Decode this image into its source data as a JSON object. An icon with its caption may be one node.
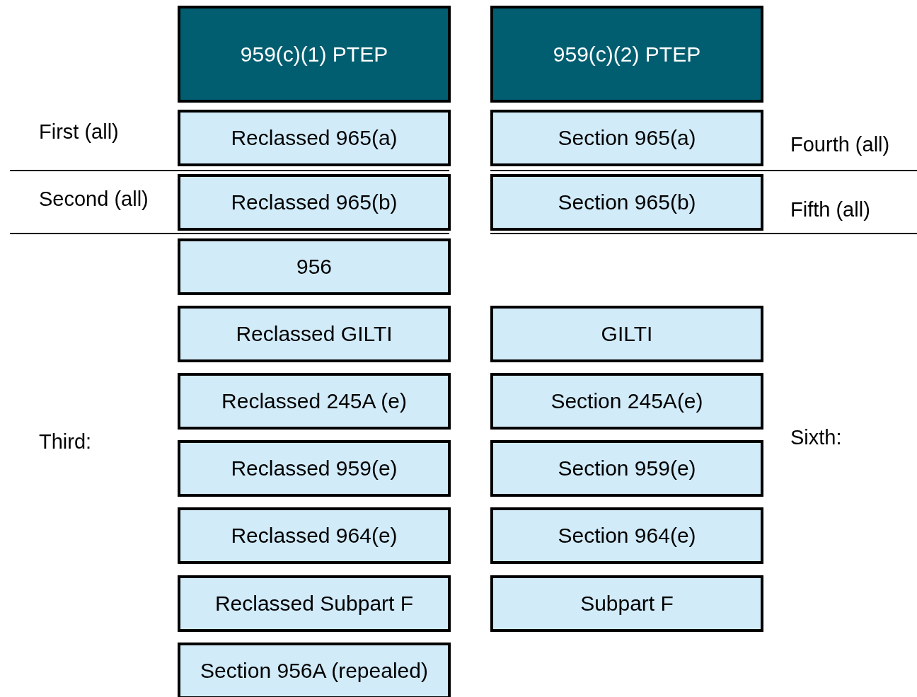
{
  "diagram": {
    "nodes": [
      {
        "text": [
          "959(c)(1) PTEP"
        ]
      },
      {
        "text": [
          "959(c)(2) PTEP"
        ]
      },
      {
        "text": [
          "Reclassed 965(a)"
        ]
      },
      {
        "text": [
          "Section 965(a)"
        ]
      },
      {
        "text": [
          "Reclassed 965(b)"
        ]
      },
      {
        "text": [
          "Section 965(b)"
        ]
      },
      {
        "text": [
          "956"
        ]
      },
      {
        "text": [
          "Reclassed GILTI"
        ]
      },
      {
        "text": [
          "GILTI"
        ]
      },
      {
        "text": [
          "Reclassed 245A (e)"
        ]
      },
      {
        "text": [
          "Section 245A(e)"
        ]
      },
      {
        "text": [
          "Reclassed 959(e)"
        ]
      },
      {
        "text": [
          "Section 959(e)"
        ]
      },
      {
        "text": [
          "Reclassed 964(e)"
        ]
      },
      {
        "text": [
          "Section 964(e)"
        ]
      },
      {
        "text": [
          "Reclassed Subpart F"
        ]
      },
      {
        "text": [
          "Subpart F"
        ]
      },
      {
        "text": [
          "Section 956A (repealed)"
        ]
      }
    ],
    "labels": [
      "First (all)",
      "Fourth (all)",
      "Second (all)",
      "Fifth (all)",
      "Third:",
      "Sixth:"
    ]
  }
}
